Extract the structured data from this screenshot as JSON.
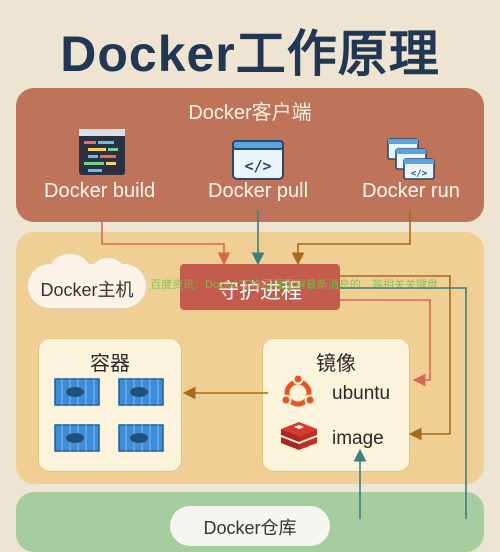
{
  "title": "Docker工作原理",
  "client": {
    "title": "Docker客户端",
    "commands": [
      {
        "label": "Docker build",
        "icon": "code-editor-icon"
      },
      {
        "label": "Docker pull",
        "icon": "code-window-icon"
      },
      {
        "label": "Docker run",
        "icon": "stacked-windows-icon"
      }
    ]
  },
  "host": {
    "title": "Docker主机",
    "daemon": "守护进程",
    "watermark": "百度资讯：Docker工作原理图解最新消息的…等相关关键盘",
    "containers": {
      "title": "容器"
    },
    "images": {
      "title": "镜像",
      "items": [
        {
          "label": "ubuntu",
          "icon": "ubuntu-icon"
        },
        {
          "label": "image",
          "icon": "redis-icon"
        }
      ]
    }
  },
  "registry": {
    "title": "Docker仓库"
  },
  "colors": {
    "client_bg": "#bf7359",
    "host_bg": "#f0cf94",
    "daemon_bg": "#c35c4c",
    "registry_bg": "#a6cda0",
    "title": "#213754"
  }
}
